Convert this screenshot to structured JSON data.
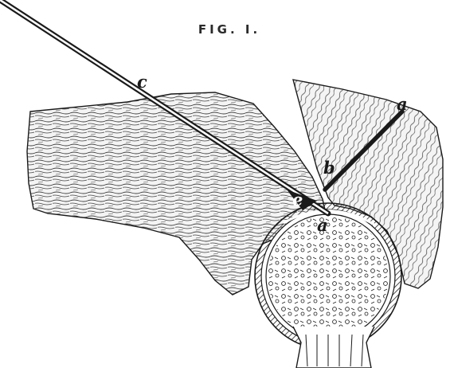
{
  "figure": {
    "title": "FIG. I.",
    "labels": {
      "a_top": "a",
      "a_joint": "a",
      "b": "b",
      "c": "c",
      "e": "e"
    },
    "colors": {
      "ink": "#1a1a1a",
      "paper": "#ffffff",
      "tissue": "#f4f4f4"
    }
  }
}
